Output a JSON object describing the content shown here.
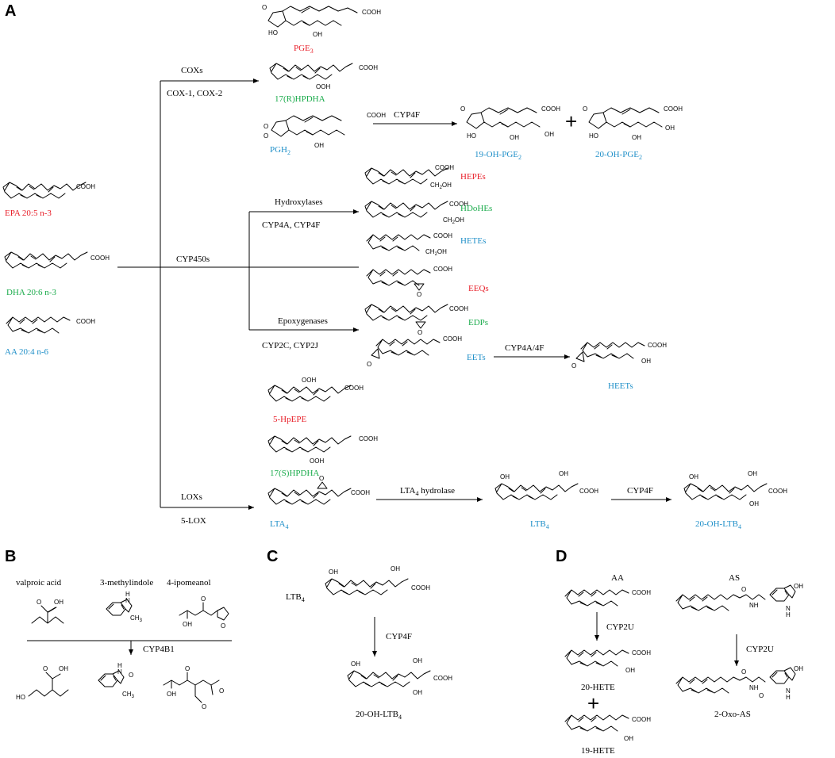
{
  "panels": [
    "A",
    "B",
    "C",
    "D"
  ],
  "colors": {
    "epa": "#e8202a",
    "dha": "#1aab4b",
    "aa": "#1f8fc8",
    "text": "#000000"
  },
  "panel_a": {
    "substrates": [
      {
        "id": "epa",
        "label": "EPA 20:5 n-3",
        "color_key": "epa"
      },
      {
        "id": "dha",
        "label": "DHA 20:6 n-3",
        "color_key": "dha"
      },
      {
        "id": "aa",
        "label": "AA 20:4 n-6",
        "color_key": "aa"
      }
    ],
    "branches": {
      "cox": {
        "enzyme": "COXs",
        "isoforms": "COX-1, COX-2"
      },
      "cyp450": {
        "enzyme": "CYP450s"
      },
      "hydroxylases": {
        "enzyme": "Hydroxylases",
        "isoforms": "CYP4A, CYP4F"
      },
      "epoxygenases": {
        "enzyme": "Epoxygenases",
        "isoforms": "CYP2C, CYP2J"
      },
      "lox": {
        "enzyme": "LOXs",
        "isoforms": "5-LOX"
      }
    },
    "products": {
      "pge3": {
        "base": "PGE",
        "sub": "3",
        "color_key": "epa"
      },
      "hpdha17r": {
        "label": "17(R)HPDHA",
        "color_key": "dha"
      },
      "pgh2": {
        "base": "PGH",
        "sub": "2",
        "color_key": "aa"
      },
      "oh19pge2": {
        "base": "19-OH-PGE",
        "sub": "2",
        "color_key": "aa"
      },
      "oh20pge2": {
        "base": "20-OH-PGE",
        "sub": "2",
        "color_key": "aa"
      },
      "hepes": {
        "label": "HEPEs",
        "color_key": "epa"
      },
      "hdohes": {
        "label": "HDoHEs",
        "color_key": "dha"
      },
      "hetes": {
        "label": "HETEs",
        "color_key": "aa"
      },
      "eeqs": {
        "label": "EEQs",
        "color_key": "epa"
      },
      "edps": {
        "label": "EDPs",
        "color_key": "dha"
      },
      "eets": {
        "label": "EETs",
        "color_key": "aa"
      },
      "heets": {
        "label": "HEETs",
        "color_key": "aa"
      },
      "hpepe5": {
        "label": "5-HpEPE",
        "color_key": "epa"
      },
      "hpdha17s": {
        "label": "17(S)HPDHA",
        "color_key": "dha"
      },
      "lta4": {
        "base": "LTA",
        "sub": "4",
        "color_key": "aa"
      },
      "ltb4": {
        "base": "LTB",
        "sub": "4",
        "color_key": "aa"
      },
      "oh20ltb4": {
        "base": "20-OH-LTB",
        "sub": "4",
        "color_key": "aa"
      }
    },
    "enzymes": {
      "cyp4f_pge": "CYP4F",
      "cyp4a4f_eet": "CYP4A/4F",
      "lta4_hydrolase": {
        "base": "LTA",
        "sub": "4",
        "suffix": " hydrolase"
      },
      "cyp4f_ltb": "CYP4F"
    },
    "plus": "+"
  },
  "panel_b": {
    "compounds": [
      "valproic acid",
      "3-methylindole",
      "4-ipomeanol"
    ],
    "enzyme": "CYP4B1"
  },
  "panel_c": {
    "substrate": {
      "base": "LTB",
      "sub": "4"
    },
    "enzyme": "CYP4F",
    "product": {
      "base": "20-OH-LTB",
      "sub": "4"
    }
  },
  "panel_d": {
    "left": {
      "substrate": "AA",
      "enzyme": "CYP2U",
      "products": [
        "20-HETE",
        "19-HETE"
      ],
      "plus": "+"
    },
    "right": {
      "substrate": "AS",
      "enzyme": "CYP2U",
      "product": "2-Oxo-AS"
    }
  },
  "atoms": {
    "cooh": "COOH",
    "oh": "OH",
    "ooh": "OOH",
    "ch2oh": "CH",
    "ch2oh_rest": "OH",
    "o": "O",
    "ho": "HO",
    "h": "H",
    "n": "N",
    "nh": "NH",
    "ch3": "CH",
    "two": "2",
    "three": "3"
  }
}
